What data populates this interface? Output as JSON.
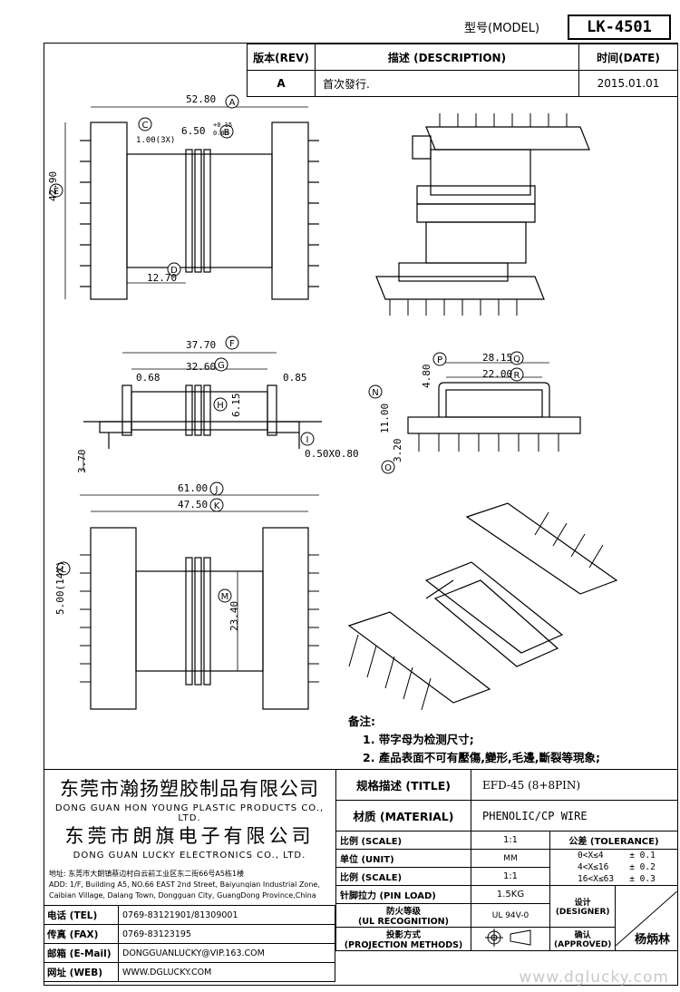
{
  "header": {
    "model_label": "型号(MODEL)",
    "model_value": "LK-4501"
  },
  "revision": {
    "col_rev": "版本(REV)",
    "col_desc": "描述 (DESCRIPTION)",
    "col_date": "时间(DATE)",
    "rev": "A",
    "desc": "首次發行.",
    "date": "2015.01.01"
  },
  "dimensions": {
    "top_width": "52.80",
    "top_height": "42.90",
    "top_pitch": "1.00(3X)",
    "top_flange": "6.50",
    "top_tol_plus": "+0.15",
    "top_tol_zero": "0.00",
    "top_bottom": "12.70",
    "side_width": "37.70",
    "side_inner": "32.60",
    "side_left": "0.68",
    "side_right": "0.85",
    "side_height": "6.15",
    "side_pin_len": "3.70",
    "side_pin_size": "0.50X0.80",
    "end_width": "28.15",
    "end_inner": "22.00",
    "end_top": "4.80",
    "end_height": "11.00",
    "end_pin": "3.20",
    "bot_width": "61.00",
    "bot_inner": "47.50",
    "bot_pitch": "5.00(14X)",
    "bot_height": "23.40",
    "markers": [
      "A",
      "B",
      "C",
      "D",
      "E",
      "F",
      "G",
      "H",
      "I",
      "J",
      "K",
      "L",
      "M",
      "N",
      "O",
      "P",
      "Q",
      "R"
    ]
  },
  "notes": {
    "title": "备注:",
    "line1": "1. 带字母为检测尺寸;",
    "line2": "2. 產品表面不可有壓傷,變形,毛邊,斷裂等現象;"
  },
  "company": {
    "cn1": "东莞市瀚扬塑胶制品有限公司",
    "en1": "DONG GUAN HON YOUNG PLASTIC PRODUCTS CO., LTD.",
    "cn2": "东莞市朗旗电子有限公司",
    "en2": "DONG GUAN LUCKY ELECTRONICS CO., LTD.",
    "addr1": "地址: 东莞市大朗镇蔡边村白云前工业区东二街66号A5栋1楼",
    "addr2": "ADD: 1/F, Building A5, NO.66 EAST 2nd Street, Baiyunqian Industrial Zone,",
    "addr3": "Caibian Village, Dalang Town, Dongguan City, GuangDong Province,China"
  },
  "contact": {
    "tel_label": "电话 (TEL)",
    "tel": "0769-83121901/81309001",
    "fax_label": "传真 (FAX)",
    "fax": "0769-83123195",
    "mail_label": "邮箱 (E-Mail)",
    "mail": "DONGGUANLUCKY@VIP.163.COM",
    "web_label": "网址 (WEB)",
    "web": "WWW.DGLUCKY.COM"
  },
  "spec": {
    "title_label": "规格描述 (TITLE)",
    "title_value": "EFD-45 (8+8PIN)",
    "material_label": "材质 (MATERIAL)",
    "material_value": "PHENOLIC/CP WIRE",
    "scale_label": "比例 (SCALE)",
    "scale_value": "1:1",
    "tolerance_label": "公差 (TOLERANCE)",
    "unit_label": "单位 (UNIT)",
    "unit_value": "MM",
    "tol1": "0<X≤4     ± 0.1",
    "tol2": "4<X≤16    ± 0.2",
    "tol3": "16<X≤63   ± 0.3",
    "scale2_label": "比例 (SCALE)",
    "scale2_value": "1:1",
    "pinload_label": "针脚拉力 (PIN LOAD)",
    "pinload_value": "1.5KG",
    "ul_label1": "防火等级",
    "ul_label2": "(UL RECOGNITION)",
    "ul_value": "UL 94V-0",
    "designer_label1": "设计",
    "designer_label2": "(DESIGNER)",
    "approved_label1": "确认",
    "approved_label2": "(APPROVED)",
    "approved_value": "杨炳林",
    "proj_label1": "投影方式",
    "proj_label2": "(PROJECTION METHODS)"
  },
  "watermark": "www.dglucky.com"
}
